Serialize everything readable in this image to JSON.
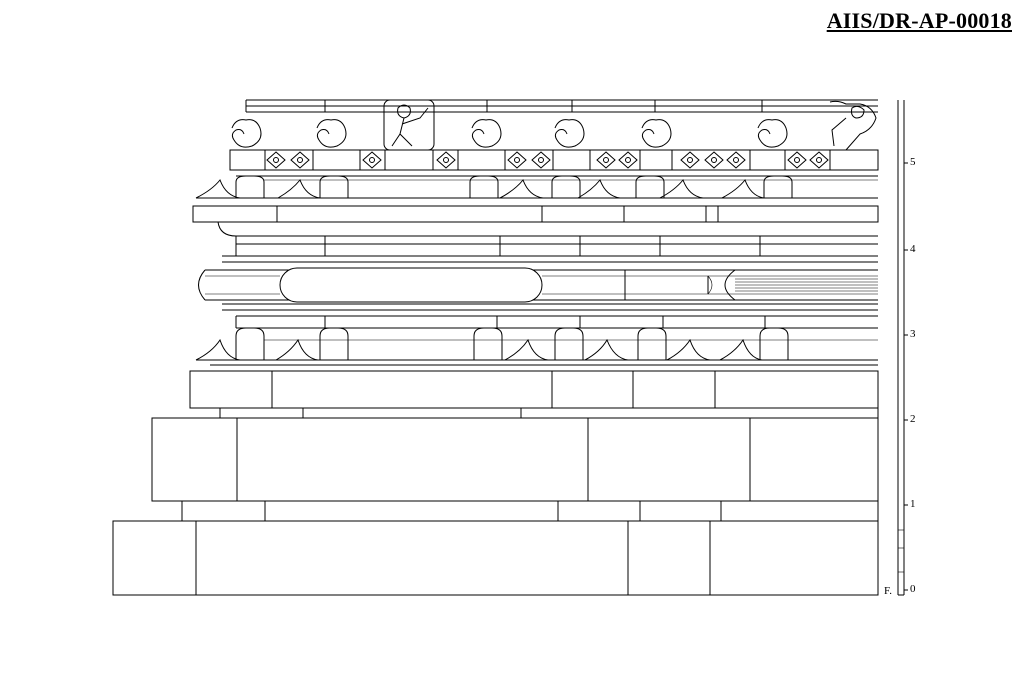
{
  "drawing_id": "AIIS/DR-AP-00018",
  "scale": {
    "floor_label": "F.",
    "ticks": [
      "0",
      "1",
      "2",
      "3",
      "4",
      "5"
    ]
  },
  "colors": {
    "line": "#000000",
    "paper": "#ffffff"
  }
}
